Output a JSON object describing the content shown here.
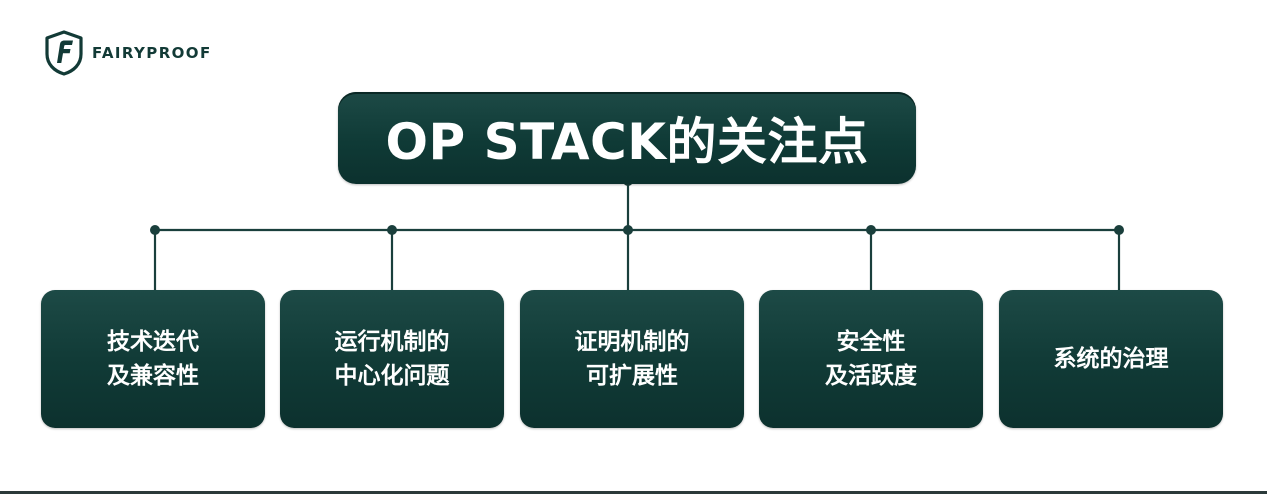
{
  "brand": {
    "name": "FAIRYPROOF",
    "logo_icon": "fairyproof-shield-logo-icon"
  },
  "title": "OP STACK的关注点",
  "colors": {
    "box_fill": "#113b37",
    "connector": "#1a3f3c",
    "text": "#ffffff",
    "brand_text": "#123a36"
  },
  "nodes": [
    {
      "line1": "技术迭代",
      "line2": "及兼容性"
    },
    {
      "line1": "运行机制的",
      "line2": "中心化问题"
    },
    {
      "line1": "证明机制的",
      "line2": "可扩展性"
    },
    {
      "line1": "安全性",
      "line2": "及活跃度"
    },
    {
      "line1": "系统的治理",
      "line2": ""
    }
  ]
}
